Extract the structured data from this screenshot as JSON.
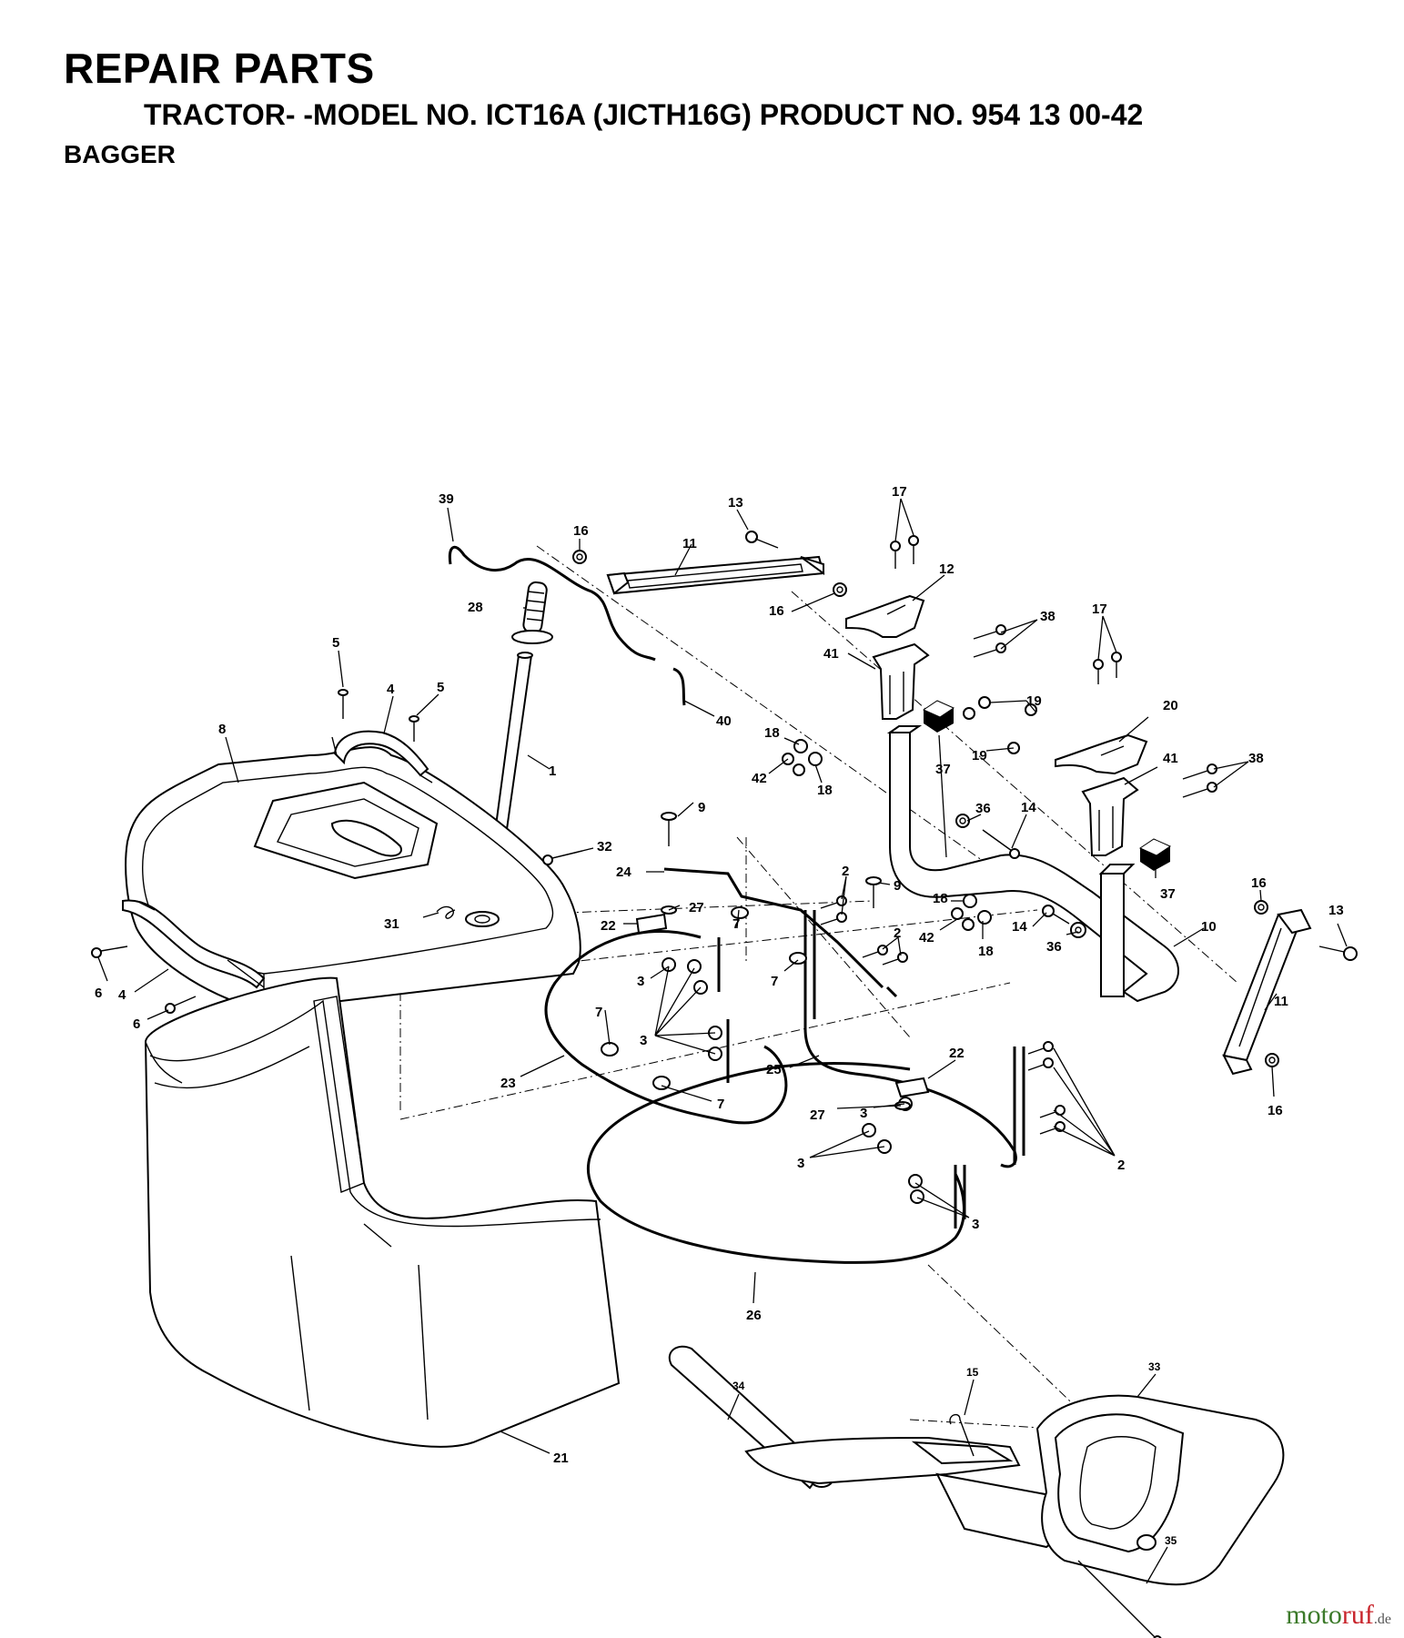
{
  "header": {
    "title": "REPAIR PARTS",
    "subtitle": "TRACTOR- -MODEL NO. ICT16A (JICTH16G) PRODUCT NO. 954 13 00-42",
    "section": "BAGGER"
  },
  "callouts": {
    "c39": "39",
    "c16a": "16",
    "c13a": "13",
    "c11a": "11",
    "c17a": "17",
    "c12": "12",
    "c28": "28",
    "c16b": "16",
    "c38a": "38",
    "c41a": "41",
    "c17b": "17",
    "c5a": "5",
    "c4a": "4",
    "c5b": "5",
    "c19a": "19",
    "c8": "8",
    "c40": "40",
    "c20": "20",
    "c18a": "18",
    "c1": "1",
    "c19b": "19",
    "c41b": "41",
    "c38b": "38",
    "c42a": "42",
    "c18b": "18",
    "c37a": "37",
    "c9a": "9",
    "c36a": "36",
    "c14a": "14",
    "c32": "32",
    "c24": "24",
    "c2a": "2",
    "c9b": "9",
    "c37b": "37",
    "c16c": "16",
    "c27a": "27",
    "c18c": "18",
    "c31": "31",
    "c22a": "22",
    "c42b": "42",
    "c14b": "14",
    "c13b": "13",
    "c2b": "2",
    "c10": "10",
    "c7a": "7",
    "c36b": "36",
    "c18d": "18",
    "c6a": "6",
    "c4b": "4",
    "c3a": "3",
    "c7b": "7",
    "c11b": "11",
    "c6b": "6",
    "c7c": "7",
    "c3b": "3",
    "c22b": "22",
    "c16d": "16",
    "c23": "23",
    "c25": "25",
    "c7d": "7",
    "c27b": "27",
    "c3c": "3",
    "c2c": "2",
    "c3d": "3",
    "c3e": "3",
    "c26": "26",
    "c15": "15",
    "c33": "33",
    "c34": "34",
    "c21": "21",
    "c35": "35"
  },
  "watermark": {
    "brand_a": "moto",
    "brand_b": "ruf",
    "tld": ".de"
  },
  "colors": {
    "ink": "#000000",
    "paper": "#ffffff",
    "wm_green": "#3c7a2a",
    "wm_red": "#c8242b"
  }
}
